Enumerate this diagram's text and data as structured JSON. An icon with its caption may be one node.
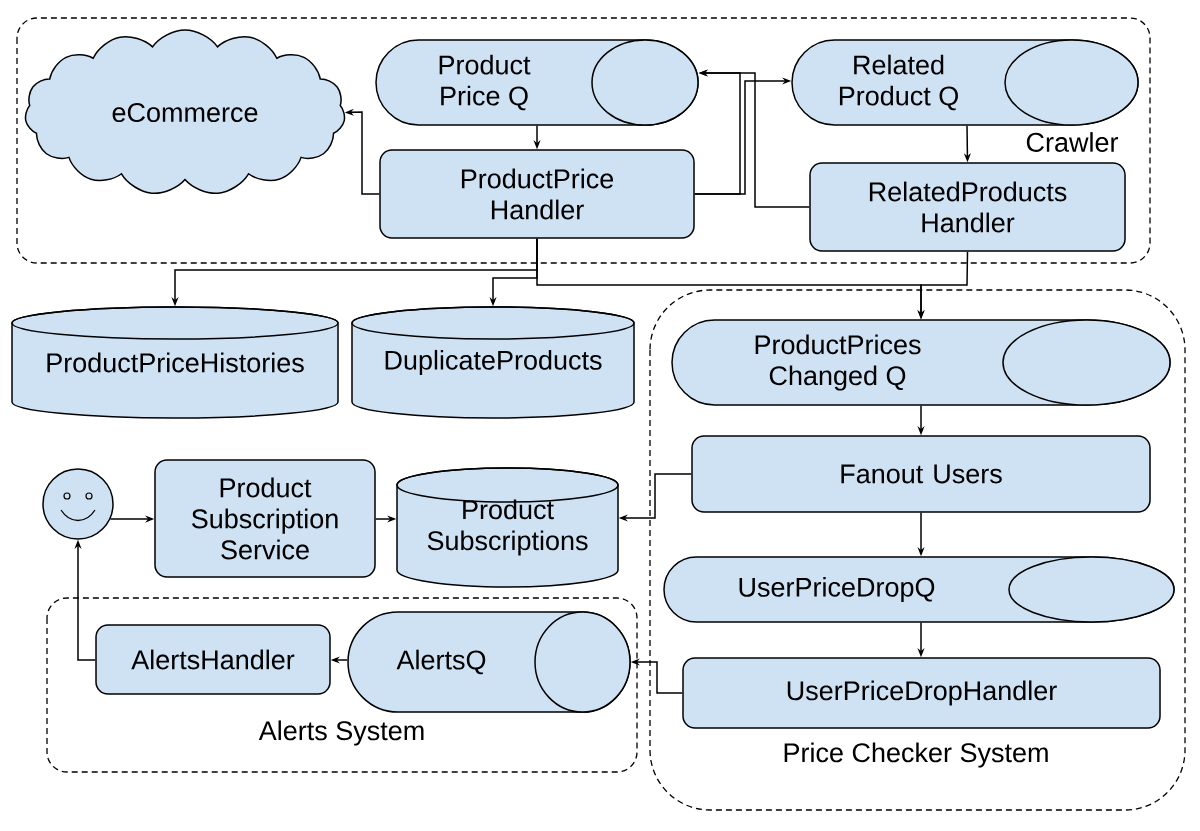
{
  "diagram": {
    "nodes": [
      {
        "text": [
          "Crawler"
        ]
      },
      {
        "text": [
          "eCommerce"
        ],
        "in": 0
      },
      {
        "text": [
          "Product Price Q"
        ],
        "in": 0
      },
      {
        "text": [
          "ProductPrice Handler"
        ],
        "in": 0
      },
      {
        "text": [
          "Related Product Q"
        ],
        "in": 0
      },
      {
        "text": [
          "RelatedProducts Handler"
        ],
        "in": 0
      },
      {
        "text": [
          "ProductPriceHistories"
        ]
      },
      {
        "text": [
          "DuplicateProducts"
        ]
      },
      {
        "text": [
          "Price Checker System"
        ]
      },
      {
        "text": [
          "ProductPrices Changed Q"
        ],
        "in": 8
      },
      {
        "text": [
          "Fanout Users"
        ],
        "in": 8
      },
      {
        "text": [
          "UserPriceDropQ"
        ],
        "in": 8
      },
      {
        "text": [
          "UserPriceDropHandler"
        ],
        "in": 8
      },
      {
        "text": [],
        "shape": "person"
      },
      {
        "text": [
          "Product Subscription Service"
        ]
      },
      {
        "text": [
          "Product Subscriptions"
        ]
      },
      {
        "text": [
          "Alerts System"
        ]
      },
      {
        "text": [
          "AlertsQ"
        ],
        "in": 16
      },
      {
        "text": [
          "AlertsHandler"
        ],
        "in": 16
      }
    ],
    "edges": [
      {
        "from": 2,
        "to": 3,
        "arrow": "to"
      },
      {
        "from": 3,
        "to": 1,
        "arrow": "to"
      },
      {
        "from": 3,
        "to": 2,
        "arrow": "to"
      },
      {
        "from": 3,
        "to": 4,
        "arrow": "to"
      },
      {
        "from": 5,
        "to": 2,
        "arrow": "to"
      },
      {
        "from": 4,
        "to": 5,
        "arrow": "to"
      },
      {
        "from": 3,
        "to": 6,
        "arrow": "to"
      },
      {
        "from": 3,
        "to": 7,
        "arrow": "to"
      },
      {
        "from": 3,
        "to": 9,
        "arrow": "to"
      },
      {
        "from": 5,
        "to": 9,
        "arrow": "to"
      },
      {
        "from": 9,
        "to": 10,
        "arrow": "to"
      },
      {
        "from": 10,
        "to": 15,
        "arrow": "to"
      },
      {
        "from": 10,
        "to": 11,
        "arrow": "to"
      },
      {
        "from": 11,
        "to": 12,
        "arrow": "to"
      },
      {
        "from": 12,
        "to": 17,
        "arrow": "to"
      },
      {
        "from": 17,
        "to": 18,
        "arrow": "to"
      },
      {
        "from": 18,
        "to": 13,
        "arrow": "to"
      },
      {
        "from": 13,
        "to": 14,
        "arrow": "to"
      },
      {
        "from": 14,
        "to": 15,
        "arrow": "to"
      }
    ]
  }
}
